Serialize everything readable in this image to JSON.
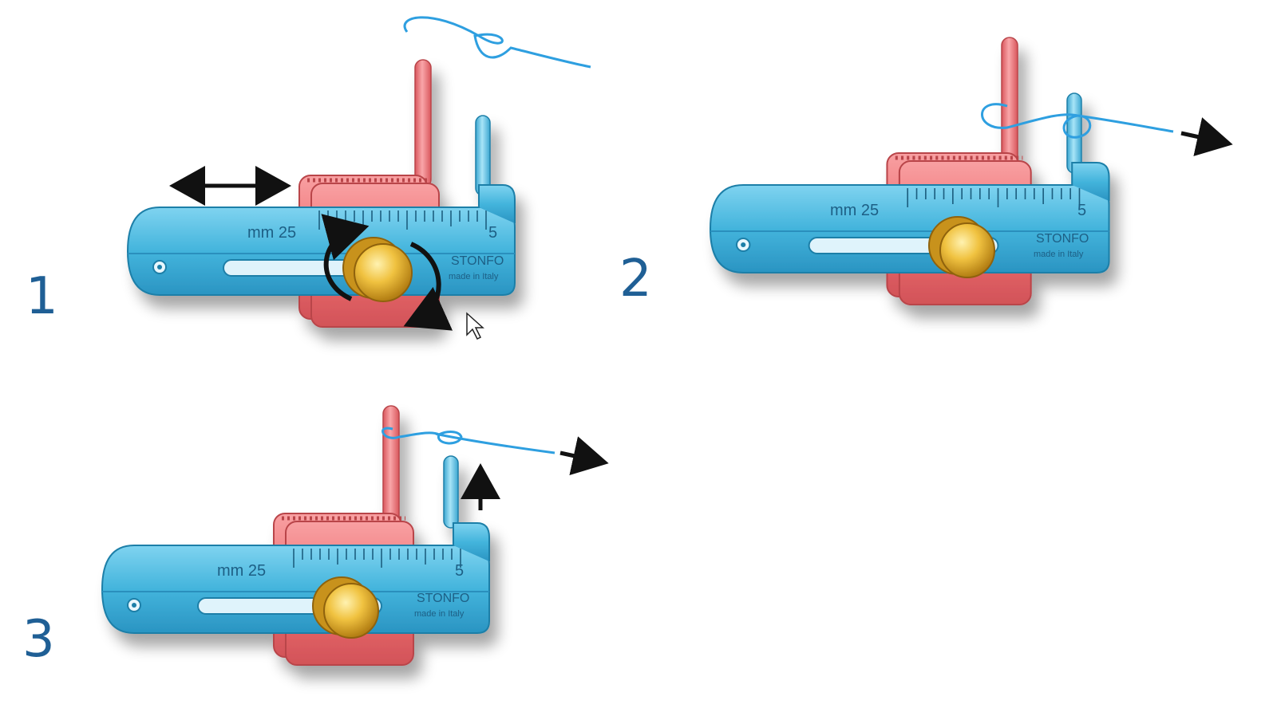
{
  "colors": {
    "body_blue": "#43b4dc",
    "body_blue_dark": "#1f7fa8",
    "slider_red": "#ef6f72",
    "slider_red_dark": "#c94a50",
    "knob_gold": "#e8b632",
    "knob_gold_dark": "#b07c12",
    "thread_blue": "#2e9fe0",
    "label_blue": "#1f5f95",
    "arrow": "#111111"
  },
  "steps": [
    {
      "number": "1",
      "scale_text": "mm 25",
      "scale_end": "5",
      "brand": "STONFO",
      "origin": "made in Italy"
    },
    {
      "number": "2",
      "scale_text": "mm 25",
      "scale_end": "5",
      "brand": "STONFO",
      "origin": "made in Italy"
    },
    {
      "number": "3",
      "scale_text": "mm 25",
      "scale_end": "5",
      "brand": "STONFO",
      "origin": "made in Italy"
    }
  ],
  "icons": {
    "cursor": "mouse-pointer-icon"
  }
}
